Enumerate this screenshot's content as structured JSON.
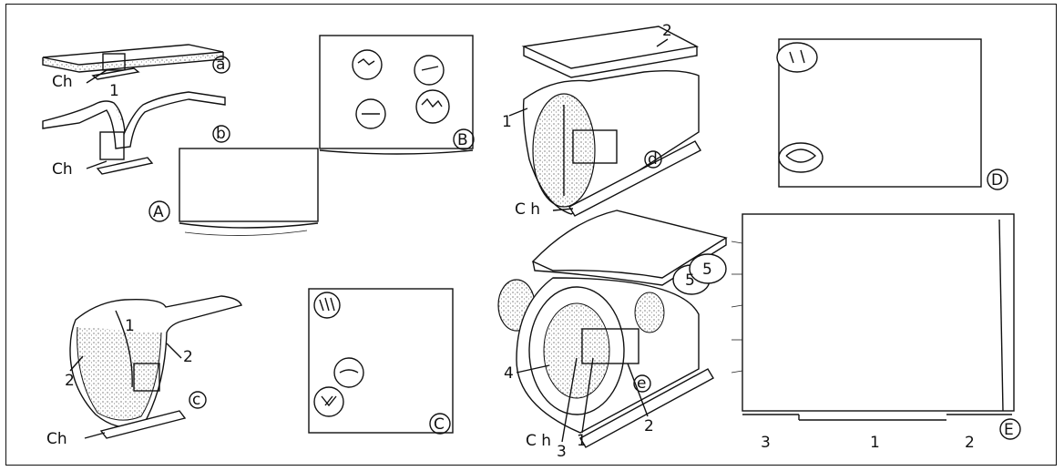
{
  "labels": {
    "ch": "Ch",
    "ch_d": "C h",
    "ch_e": "C h",
    "a": "a",
    "b": "b",
    "c": "c",
    "d": "d",
    "e": "e",
    "A": "A",
    "B": "B",
    "C": "C",
    "D": "D",
    "E": "E",
    "n1": "1",
    "n2": "2",
    "n3": "3",
    "n4": "4",
    "n5": "5"
  },
  "bottom_scale": [
    "3",
    "1",
    "2"
  ]
}
